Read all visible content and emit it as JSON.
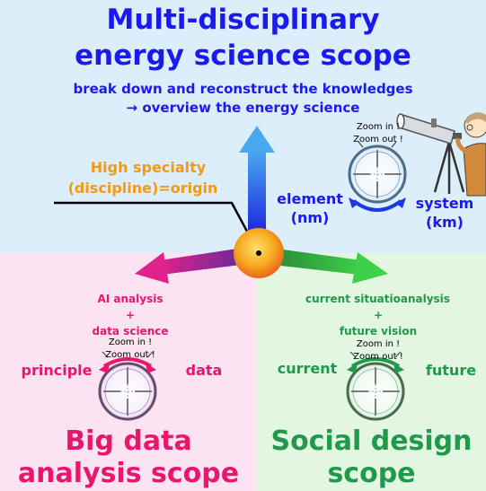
{
  "top": {
    "title_line1": "Multi-disciplinary",
    "title_line2": "energy science scope",
    "subtitle_line1": "break down and reconstruct the knowledges",
    "subtitle_line2": "→ overview the energy science",
    "specialty_line1": "High specialty",
    "specialty_line2": "(discipline)=origin",
    "zoom_in": "Zoom in !",
    "zoom_out": "Zoom out !",
    "element_line1": "element",
    "element_line2": "(nm)",
    "system_line1": "system",
    "system_line2": "(km)"
  },
  "left": {
    "line1": "AI analysis",
    "line2": "+",
    "line3": "data science",
    "zoom_in": "Zoom in !",
    "zoom_out": "Zoom out !",
    "principle": "principle",
    "data": "data",
    "title_line1": "Big data",
    "title_line2": "analysis scope"
  },
  "right": {
    "line1": "current situatioanalysis",
    "line2": "+",
    "line3": "future vision",
    "zoom_in": "Zoom in !",
    "zoom_out": "Zoom out !",
    "current": "current",
    "future": "future",
    "title_line1": "Social design",
    "title_line2": "scope"
  },
  "colors": {
    "top_bg": "#dbeefa",
    "left_bg": "#fbe3f1",
    "right_bg": "#e2f6e2",
    "blue": "#1a1aee",
    "pink": "#e8176d",
    "green": "#1e9a4a",
    "orange": "#f39a12"
  }
}
